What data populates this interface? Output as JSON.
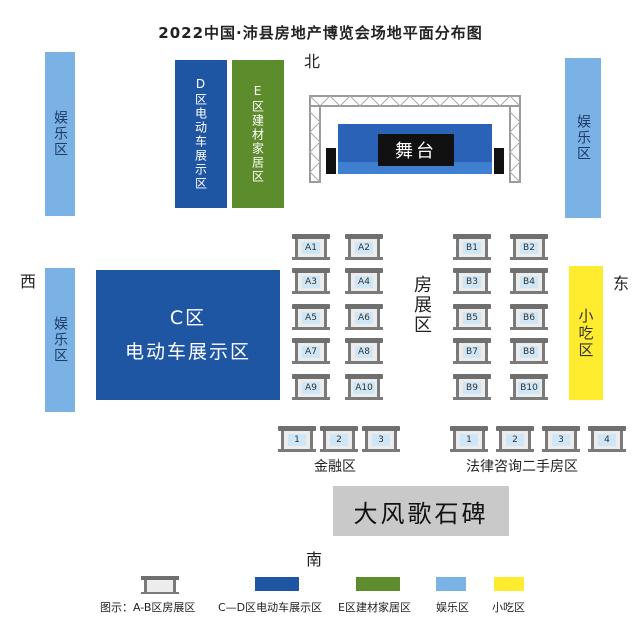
{
  "title": "2022中国·沛县房地产博览会场地平面分布图",
  "directions": {
    "north": "北",
    "south": "南",
    "east": "东",
    "west": "西"
  },
  "zones": {
    "entertainment": "娱乐区",
    "zone_d": "D区电动车展示区",
    "zone_e": "E区建材家居区",
    "stage": "舞台",
    "zone_c_line1": "C区",
    "zone_c_line2": "电动车展示区",
    "house_zone": "房展区",
    "snack": "小吃区",
    "finance": "金融区",
    "legal": "法律咨询二手房区",
    "monument": "大风歌石碑"
  },
  "booths": {
    "a": [
      "A1",
      "A2",
      "A3",
      "A4",
      "A5",
      "A6",
      "A7",
      "A8",
      "A9",
      "A10"
    ],
    "b": [
      "B1",
      "B2",
      "B3",
      "B4",
      "B5",
      "B6",
      "B7",
      "B8",
      "B9",
      "B10"
    ],
    "finance": [
      "1",
      "2",
      "3"
    ],
    "legal": [
      "1",
      "2",
      "3",
      "4"
    ]
  },
  "legend": {
    "booth": "图示：A-B区房展区",
    "ev": "C—D区电动车展示区",
    "building": "E区建材家居区",
    "entertainment": "娱乐区",
    "snack": "小吃区"
  },
  "colors": {
    "entertainment": "#7bb2e6",
    "ev": "#1f56a3",
    "building": "#5d8c2d",
    "snack": "#ffec2e",
    "monument": "#c9c9c9"
  }
}
